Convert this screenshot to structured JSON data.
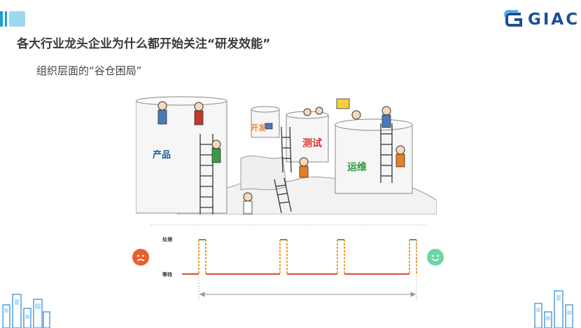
{
  "header": {
    "logo_text": "GIAC",
    "title": "各大行业龙头企业为什么都开始关注“研发效能”",
    "subtitle": "组织层面的“谷仓困局”"
  },
  "silo_labels": {
    "product": "产品",
    "dev": "开发",
    "test": "测试",
    "ops": "运维"
  },
  "timeline": {
    "processing_label": "处理",
    "waiting_label": "等待"
  },
  "colors": {
    "accent_blue": "#1aa0d6",
    "logo_blue": "#1e4e9a",
    "processing_green": "#3cb33c",
    "waiting_red": "#e04a3a",
    "dashed_orange": "#f39a2a",
    "sad_face": "#e8602c",
    "happy_face": "#6fd4a6"
  },
  "icons": {
    "sad": "sad-face-icon",
    "happy": "happy-face-icon"
  }
}
